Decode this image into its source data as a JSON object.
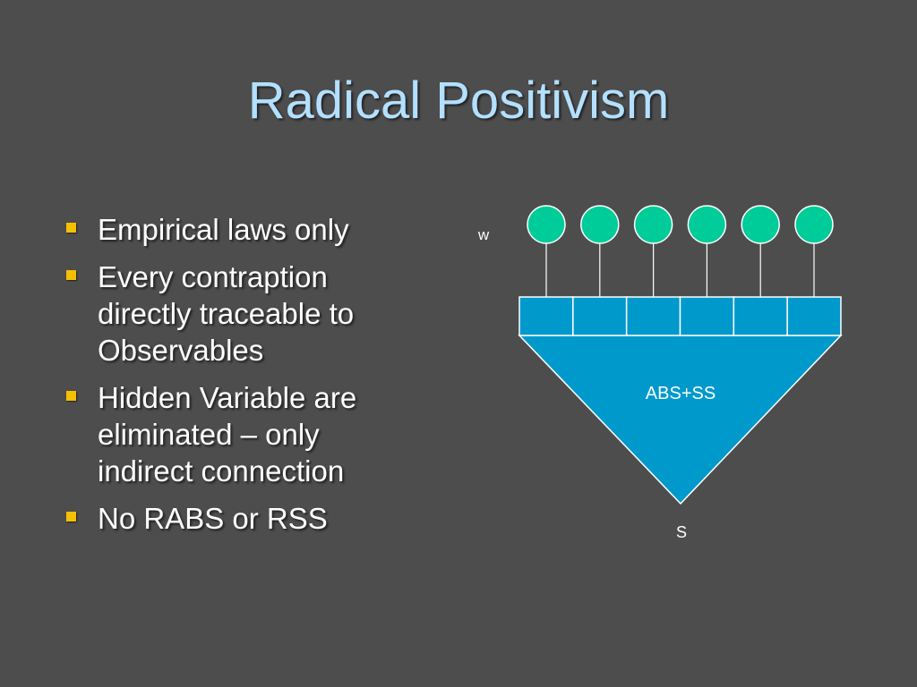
{
  "slide": {
    "title": "Radical Positivism",
    "bullets": [
      {
        "text": "Empirical laws only"
      },
      {
        "text": "Every contraption directly traceable to Observables"
      },
      {
        "text": "Hidden Variable are eliminated – only indirect connection"
      },
      {
        "text": "No RABS or RSS"
      }
    ]
  },
  "diagram": {
    "top_label": "w",
    "center_label": "ABS+SS",
    "bottom_label": "S",
    "node_count": 6,
    "cell_count": 6,
    "colors": {
      "node_fill": "#00cc99",
      "block_fill": "#0099cc",
      "block_stroke": "#ffffff",
      "line": "#ffffff",
      "bullet": "#f5c000",
      "title": "#b3e0ff",
      "background": "#4d4d4d"
    }
  }
}
